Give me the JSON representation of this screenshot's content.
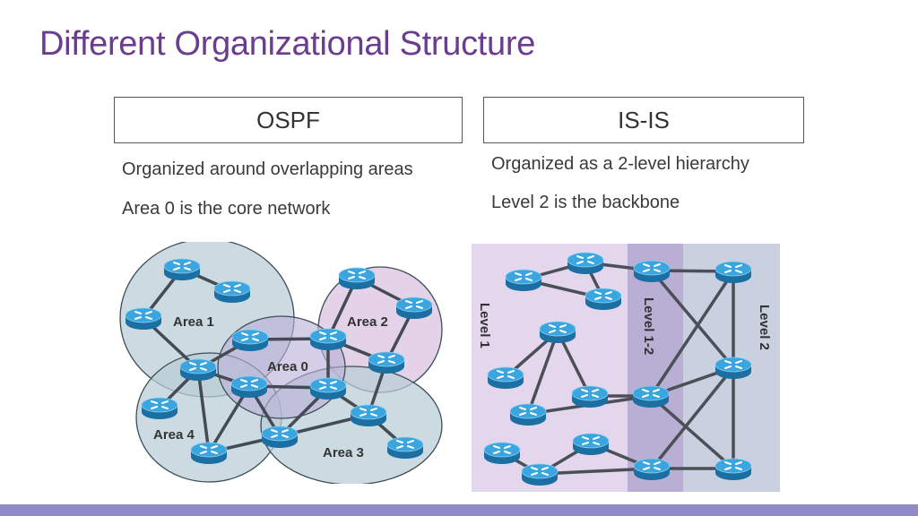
{
  "title": "Different Organizational Structure",
  "ospf": {
    "header": "OSPF",
    "bullets": [
      "Organized around overlapping areas",
      "Area 0 is the core network"
    ],
    "areas": [
      "Area 1",
      "Area 2",
      "Area 0",
      "Area 4",
      "Area 3"
    ]
  },
  "isis": {
    "header": "IS-IS",
    "bullets": [
      "Organized as a 2-level hierarchy",
      "Level 2 is the backbone"
    ],
    "levels": [
      "Level 1",
      "Level 1-2",
      "Level 2"
    ]
  },
  "colors": {
    "title": "#6a3d8f",
    "level1_band": "#e4d6ec",
    "level12_band": "#b9aed3",
    "level2_band": "#c9d0df",
    "router": "#2e9bd6",
    "footer": "#8f8ac8"
  }
}
